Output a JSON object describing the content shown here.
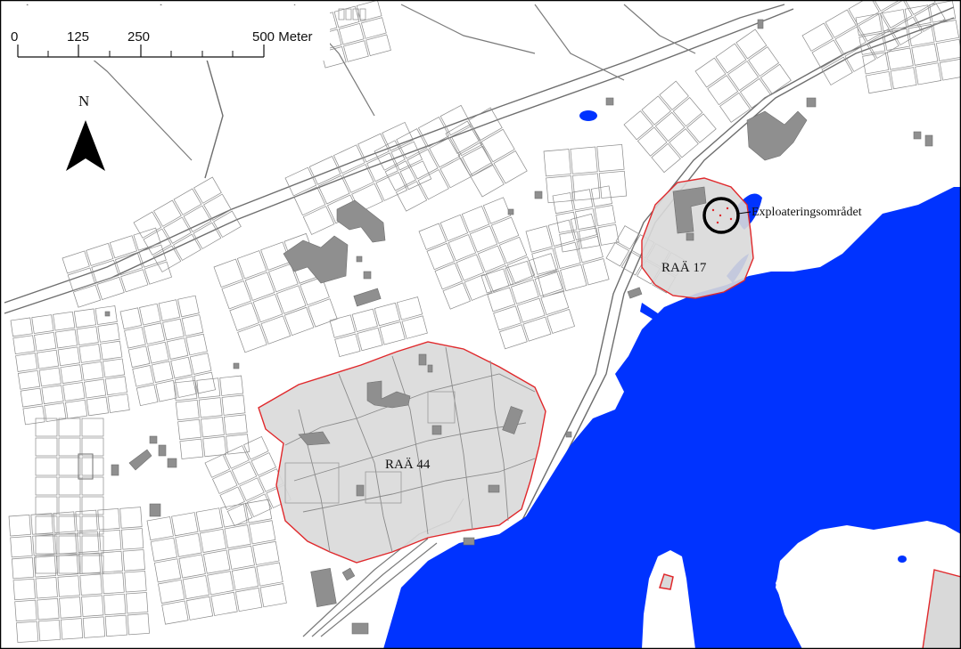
{
  "scale_bar": {
    "ticks": [
      "0",
      "125",
      "250",
      "500 Meter"
    ]
  },
  "north_arrow": {
    "label": "N"
  },
  "zones": [
    {
      "label": "RAÄ 44"
    },
    {
      "label": "RAÄ 17"
    }
  ],
  "callout": {
    "label": "Exploateringsområdet"
  },
  "colors": {
    "water": "#0033ff",
    "zone_fill": "#d9d9d9",
    "zone_outline": "#e0282b",
    "road": "#7a7a7a",
    "building": "#8f8f8f",
    "frame": "#000000"
  }
}
